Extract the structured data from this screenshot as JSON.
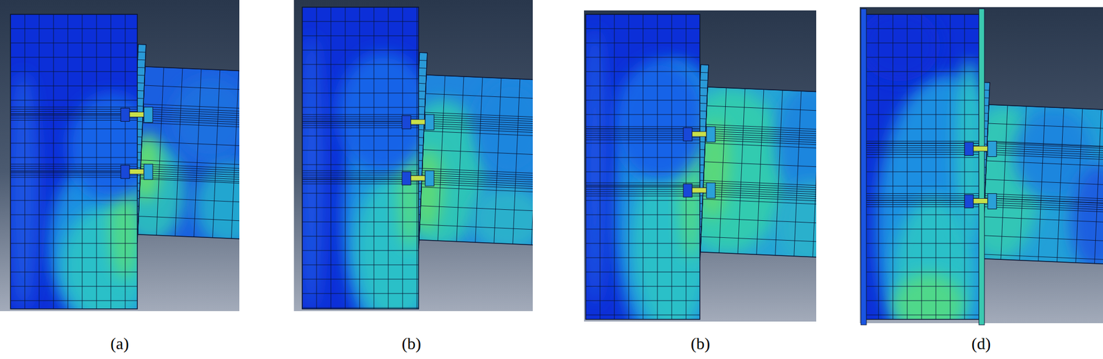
{
  "diagram": {
    "labels": [
      "(a)",
      "(b)",
      "(b)",
      "(d)"
    ]
  }
}
